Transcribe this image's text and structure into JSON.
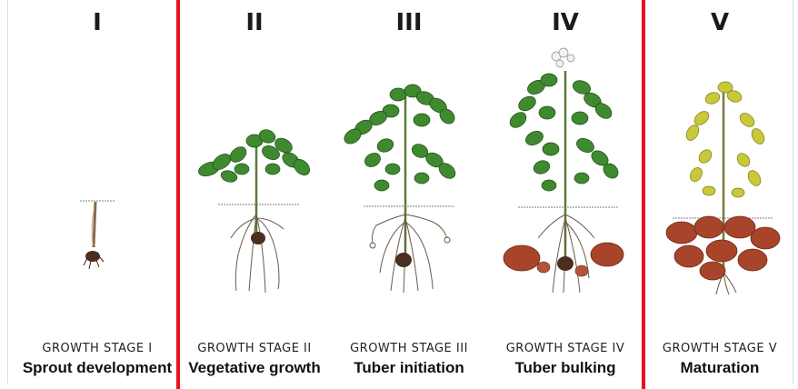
{
  "stages": [
    {
      "numeral": "I",
      "label": "GROWTH STAGE I",
      "name": "Sprout development"
    },
    {
      "numeral": "II",
      "label": "GROWTH STAGE II",
      "name": "Vegetative growth"
    },
    {
      "numeral": "III",
      "label": "GROWTH STAGE III",
      "name": "Tuber initiation"
    },
    {
      "numeral": "IV",
      "label": "GROWTH STAGE IV",
      "name": "Tuber bulking"
    },
    {
      "numeral": "V",
      "label": "GROWTH STAGE V",
      "name": "Maturation"
    }
  ],
  "colors": {
    "frame": "#e8111a",
    "leaf": "#3f8a2e",
    "leaf_senescent": "#c9c83a",
    "tuber": "#a8442a",
    "root": "#6b5a45"
  }
}
